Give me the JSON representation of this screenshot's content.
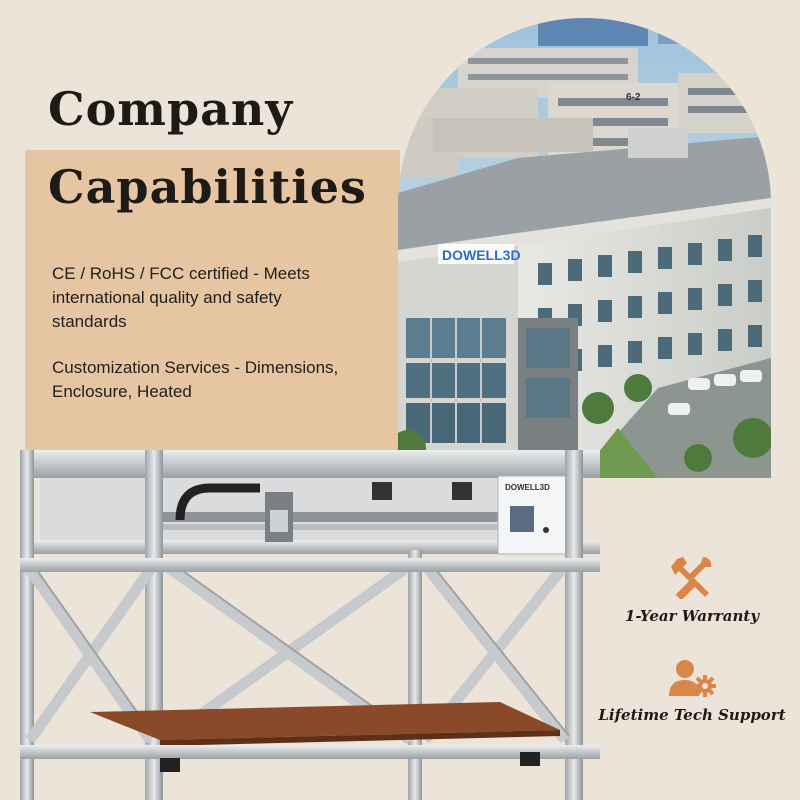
{
  "hero": {
    "title_line1": "Company",
    "title_line2": "Capabilities"
  },
  "features": [
    {
      "text": "CE / RoHS / FCC certified - Meets international quality and safety standards"
    },
    {
      "text": "Customization Services - Dimensions, Enclosure, Heated"
    }
  ],
  "building": {
    "brand_sign": "DOWELL3D",
    "building_number": "6-2"
  },
  "printer": {
    "brand_label": "DOWELL3D"
  },
  "badges": [
    {
      "label": "1-Year Warranty",
      "icon": "tools-icon"
    },
    {
      "label": "Lifetime Tech Support",
      "icon": "user-gear-icon"
    }
  ],
  "colors": {
    "background": "#ece4d8",
    "panel": "#e6c5a2",
    "accent": "#d8864a",
    "text": "#1e1a16"
  }
}
